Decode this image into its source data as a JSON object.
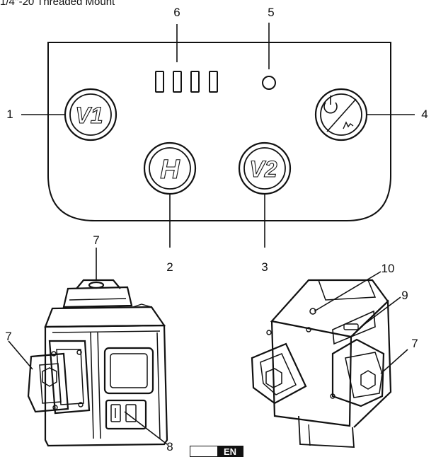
{
  "header": {
    "text": "1/4''-20 Threaded Mount"
  },
  "panel": {
    "buttons": [
      {
        "key": "v1",
        "label": "V1"
      },
      {
        "key": "h",
        "label": "H"
      },
      {
        "key": "v2",
        "label": "V2"
      },
      {
        "key": "power",
        "label": "power-pulse"
      }
    ],
    "indicator_count": 4
  },
  "callouts": {
    "c1": "1",
    "c2": "2",
    "c3": "3",
    "c4": "4",
    "c5": "5",
    "c6": "6",
    "c7a": "7",
    "c7b": "7",
    "c7c": "7",
    "c8": "8",
    "c9": "9",
    "c10": "10"
  },
  "badge": {
    "text": "EN"
  },
  "colors": {
    "ink": "#111111",
    "paper": "#ffffff"
  }
}
